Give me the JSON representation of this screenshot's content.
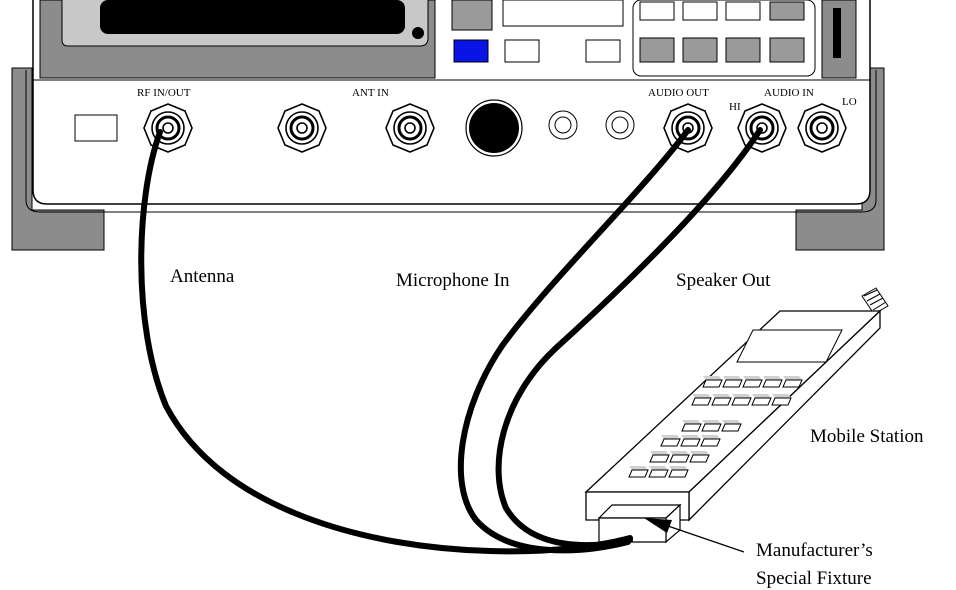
{
  "panel": {
    "rf_in_out": "RF IN/OUT",
    "ant_in": "ANT IN",
    "audio_out": "AUDIO OUT",
    "audio_in": "AUDIO IN",
    "hi": "HI",
    "lo": "LO"
  },
  "labels": {
    "antenna": "Antenna",
    "microphone_in": "Microphone In",
    "speaker_out": "Speaker Out",
    "mobile_station": "Mobile Station",
    "fixture_line1": "Manufacturer’s",
    "fixture_line2": "Special Fixture"
  },
  "colors": {
    "accent_key": "#0a14e6",
    "key_grey": "#9a9a9a",
    "dark": "#000000",
    "panel": "#ffffff",
    "shadow": "#8c8c8c"
  },
  "icons": {
    "bnc": "bnc-connector-icon",
    "knob": "volume-knob-icon",
    "jack": "phone-jack-icon",
    "phone": "mobile-phone-icon"
  }
}
